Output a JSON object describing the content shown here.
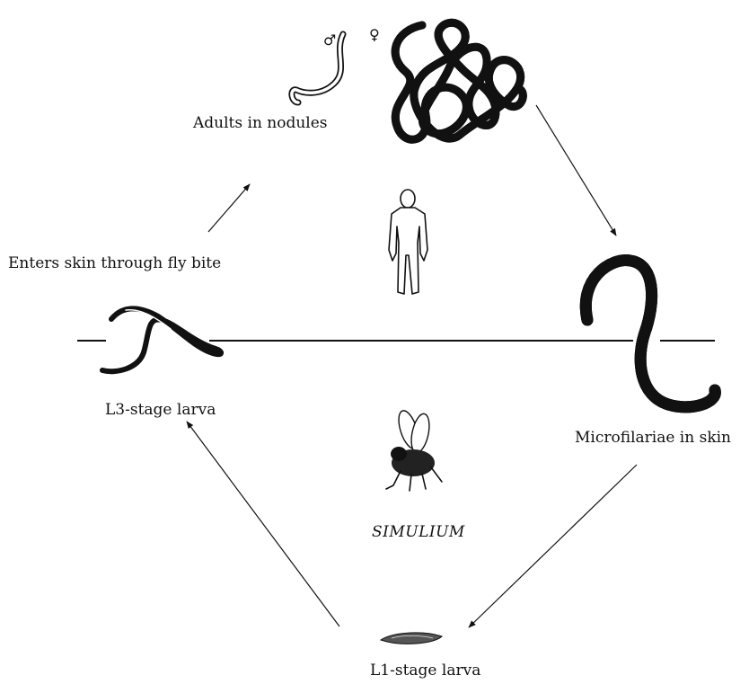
{
  "diagram": {
    "labels": {
      "adults": "Adults in nodules",
      "enters": "Enters skin through fly bite",
      "l3": "L3-stage larva",
      "microfilariae": "Microfilariae in skin",
      "simulium": "SIMULIUM",
      "l1": "L1-stage larva"
    },
    "symbols": {
      "male": "♂",
      "female": "♀"
    },
    "icons": [
      "male-worm-icon",
      "female-worm-icon",
      "human-figure-icon",
      "l3-larva-icon",
      "microfilaria-icon",
      "fly-icon",
      "l1-larva-icon"
    ]
  }
}
